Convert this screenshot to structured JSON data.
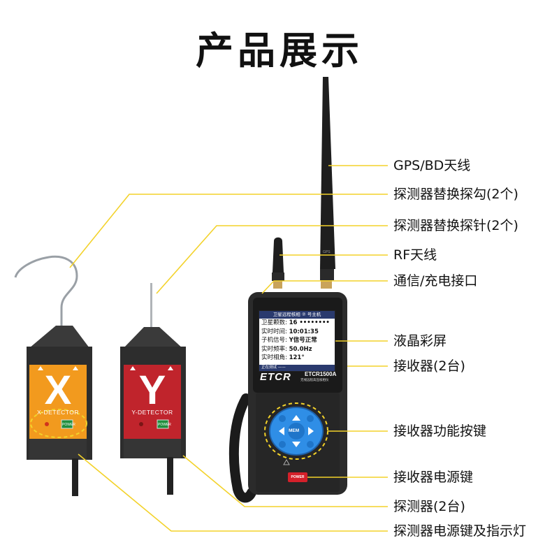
{
  "page": {
    "title": "产品展示"
  },
  "callouts": [
    {
      "id": "gps-antenna",
      "text": "GPS/BD天线"
    },
    {
      "id": "replacement-hook",
      "text": "探测器替换探勾(2个)"
    },
    {
      "id": "replacement-needle",
      "text": "探测器替换探针(2个)"
    },
    {
      "id": "rf-antenna",
      "text": "RF天线"
    },
    {
      "id": "comm-charge-port",
      "text": "通信/充电接口"
    },
    {
      "id": "lcd-screen",
      "text": "液晶彩屏"
    },
    {
      "id": "receiver",
      "text": "接收器(2台)"
    },
    {
      "id": "receiver-keys",
      "text": "接收器功能按键"
    },
    {
      "id": "receiver-power",
      "text": "接收器电源键"
    },
    {
      "id": "detector",
      "text": "探测器(2台)"
    },
    {
      "id": "detector-power-led",
      "text": "探测器电源键及指示灯"
    }
  ],
  "detector_x": {
    "letter": "X",
    "name": "X-DETECTOR",
    "power": "POWER",
    "color": "#f29a1e"
  },
  "detector_y": {
    "letter": "Y",
    "name": "Y-DETECTOR",
    "power": "POWER",
    "color": "#c0242c"
  },
  "receiver": {
    "brand": "ETCR",
    "model": "ETCR1500A",
    "model_sub": "无线远程高压核相仪",
    "gps_label": "GPS",
    "mem_label": "MEM",
    "power_label": "POWER",
    "screen": {
      "header": "卫星远程核相 ② 号主机",
      "rows": [
        {
          "label": "卫星颗数:",
          "value": "16 ••••••••"
        },
        {
          "label": "实时时间:",
          "value": "10:01:35"
        },
        {
          "label": "子机信号:",
          "value": "Y信号正常"
        },
        {
          "label": "实时频率:",
          "value": "50.0Hz"
        },
        {
          "label": "实时相角:",
          "value": "121°"
        }
      ],
      "footer": "正在测试 ——"
    }
  },
  "colors": {
    "leader_line": "#f3d22a",
    "device_body": "#2b2b2b",
    "keypad_blue": "#2f8ee6"
  }
}
